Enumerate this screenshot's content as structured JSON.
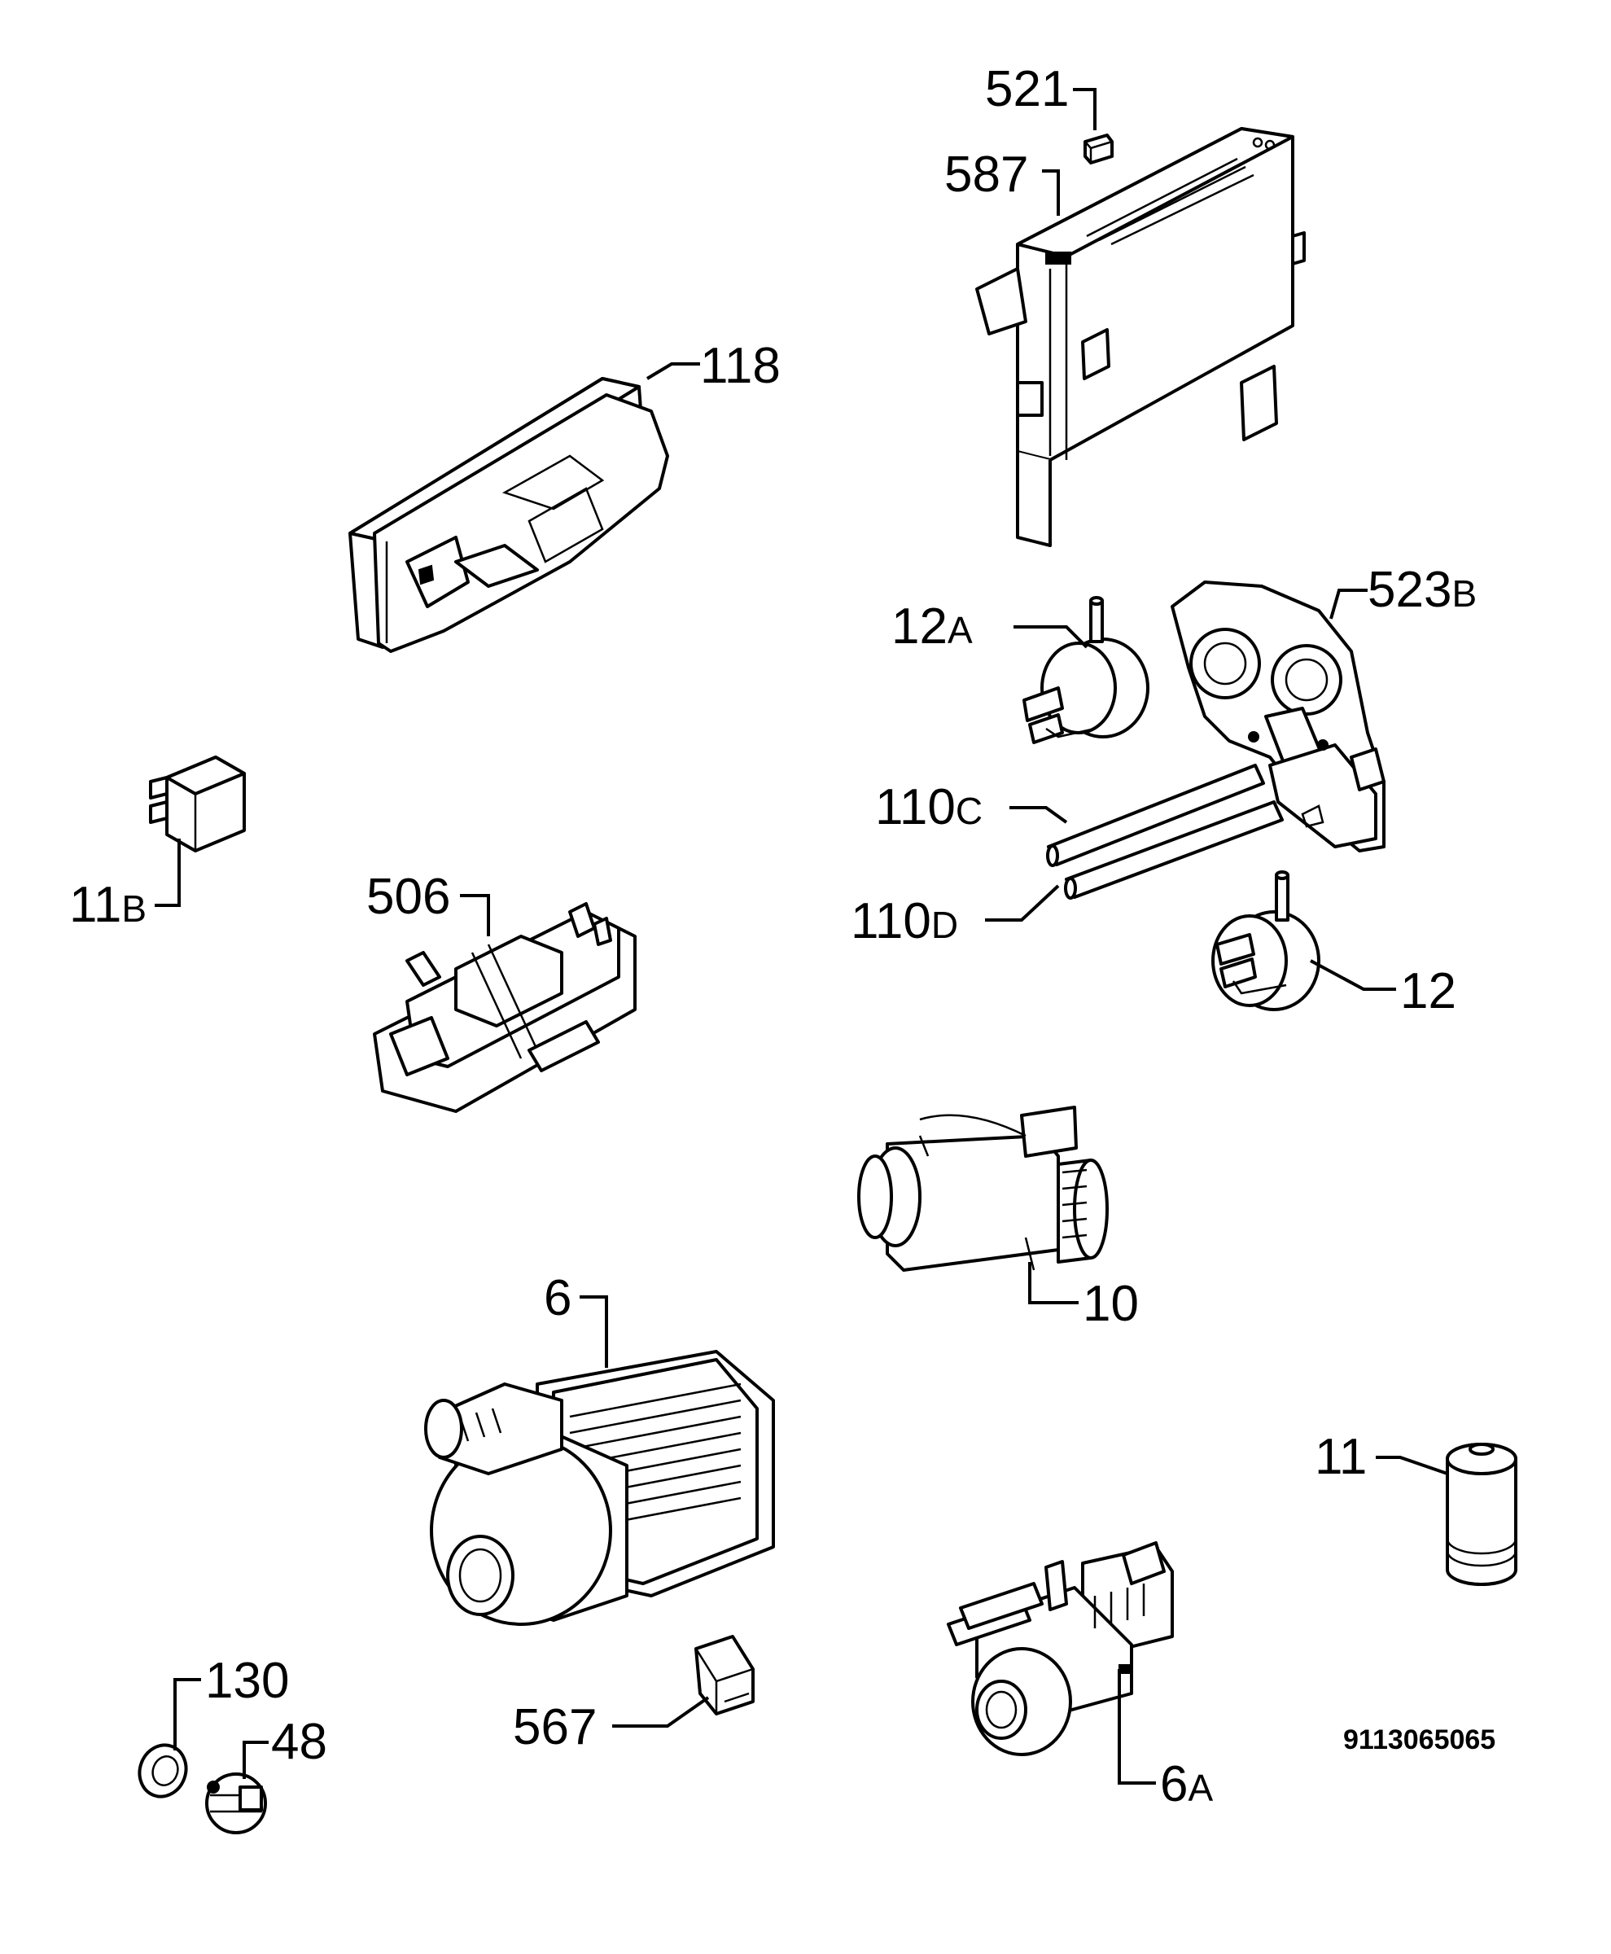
{
  "parts": [
    {
      "id": "p521",
      "number": "521",
      "suffix": ""
    },
    {
      "id": "p587",
      "number": "587",
      "suffix": ""
    },
    {
      "id": "p118",
      "number": "118",
      "suffix": ""
    },
    {
      "id": "p523b",
      "number": "523",
      "suffix": "B"
    },
    {
      "id": "p12a",
      "number": "12",
      "suffix": "A"
    },
    {
      "id": "p110c",
      "number": "110",
      "suffix": "C"
    },
    {
      "id": "p110d",
      "number": "110",
      "suffix": "D"
    },
    {
      "id": "p12",
      "number": "12",
      "suffix": ""
    },
    {
      "id": "p11b",
      "number": "11",
      "suffix": "B"
    },
    {
      "id": "p506",
      "number": "506",
      "suffix": ""
    },
    {
      "id": "p10",
      "number": "10",
      "suffix": ""
    },
    {
      "id": "p6",
      "number": "6",
      "suffix": ""
    },
    {
      "id": "p11",
      "number": "11",
      "suffix": ""
    },
    {
      "id": "p130",
      "number": "130",
      "suffix": ""
    },
    {
      "id": "p48",
      "number": "48",
      "suffix": ""
    },
    {
      "id": "p567",
      "number": "567",
      "suffix": ""
    },
    {
      "id": "p6a",
      "number": "6",
      "suffix": "A"
    }
  ],
  "drawing_code": "9113065065"
}
